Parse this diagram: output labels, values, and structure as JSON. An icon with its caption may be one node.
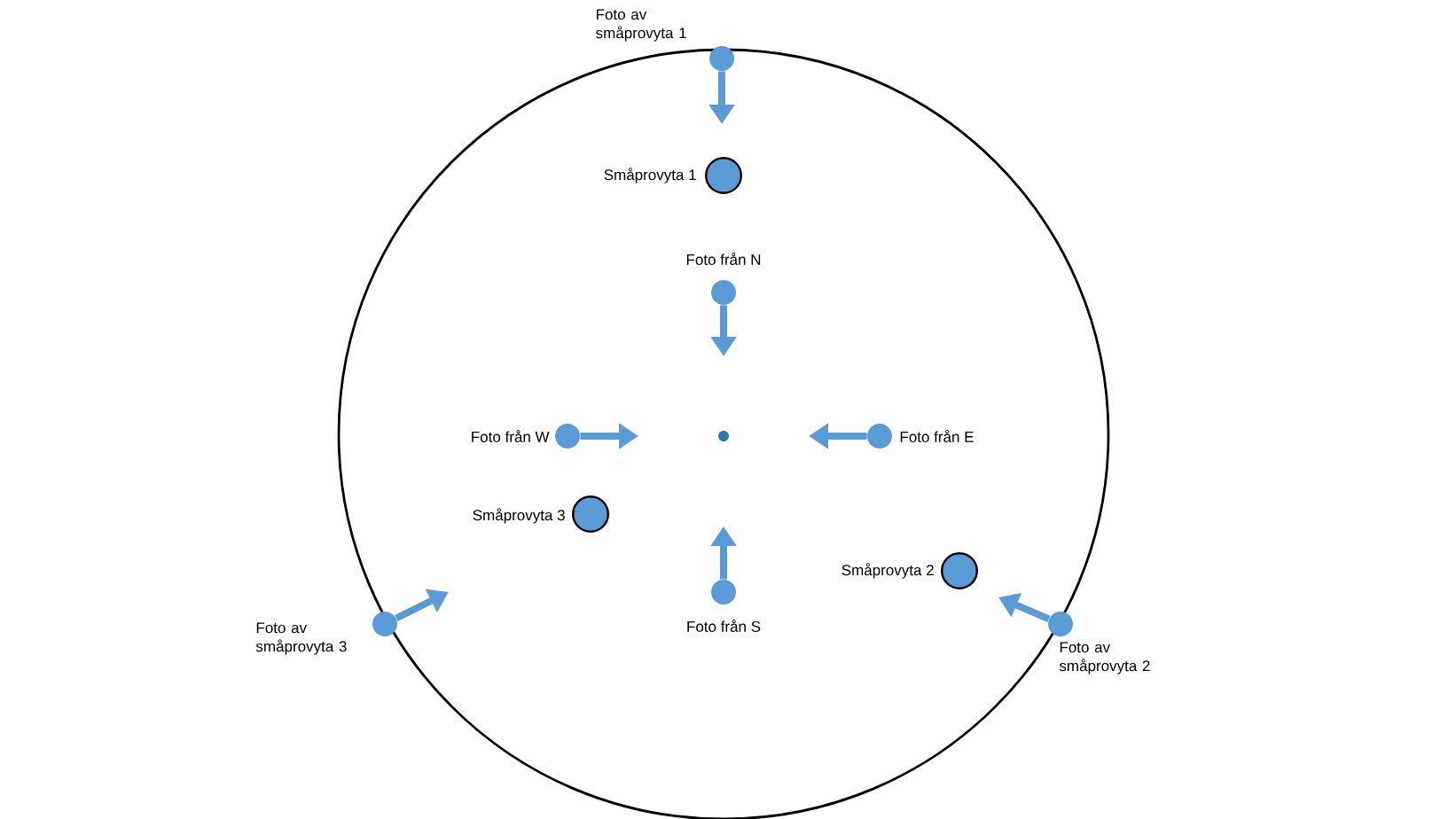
{
  "diagram": {
    "nodes": [
      {
        "text": [
          "Foto av småprovyta 1"
        ]
      },
      {
        "text": [
          "Småprovyta 1"
        ]
      },
      {
        "text": [
          "Foto från N"
        ]
      },
      {
        "text": [
          "Foto från W"
        ]
      },
      {
        "text": [],
        "shape": "circle"
      },
      {
        "text": [
          "Foto från E"
        ]
      },
      {
        "text": [
          "Småprovyta 3"
        ]
      },
      {
        "text": [
          "Foto från S"
        ]
      },
      {
        "text": [
          "Småprovyta 2"
        ]
      },
      {
        "text": [
          "Foto av småprovyta 3"
        ]
      },
      {
        "text": [
          "Foto av småprovyta 2"
        ]
      }
    ],
    "edges": [
      {
        "from": 0,
        "to": null,
        "arrow": "to"
      },
      {
        "from": 2,
        "to": null,
        "arrow": "to"
      },
      {
        "from": 3,
        "to": null,
        "arrow": "to"
      },
      {
        "from": 5,
        "to": null,
        "arrow": "to"
      },
      {
        "from": 7,
        "to": null,
        "arrow": "to"
      },
      {
        "from": 9,
        "to": null,
        "arrow": "to"
      },
      {
        "from": 10,
        "to": null,
        "arrow": "to"
      }
    ]
  }
}
